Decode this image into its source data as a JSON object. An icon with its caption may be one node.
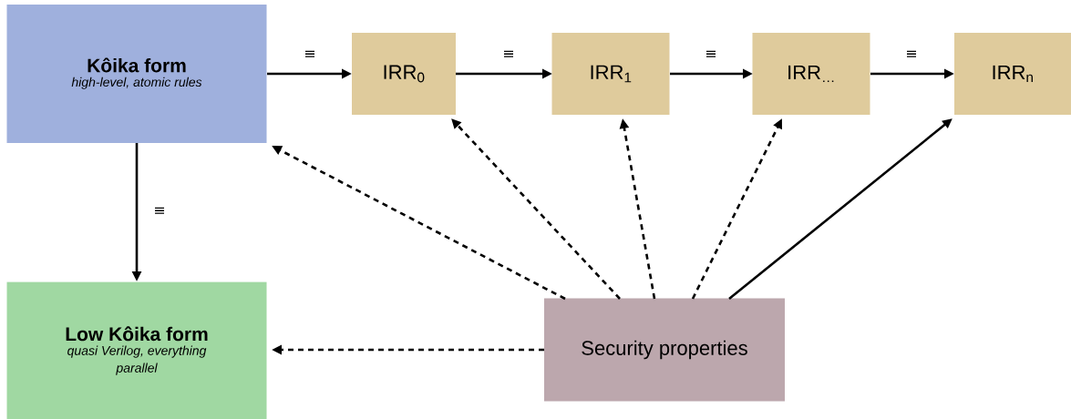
{
  "diagram": {
    "nodes": [
      {
        "text": [
          "Kôika form",
          "high-level, atomic rules"
        ]
      },
      {
        "text": [
          "IRR$_{0}$"
        ]
      },
      {
        "text": [
          "IRR$_{1}$"
        ]
      },
      {
        "text": [
          "IRR$_{…}$"
        ]
      },
      {
        "text": [
          "IRR$_{n}$"
        ]
      },
      {
        "text": [
          "Low Kôika form",
          "quasi Verilog, everything parallel"
        ]
      },
      {
        "text": [
          "Security properties"
        ]
      }
    ],
    "edges": [
      {
        "from": 0,
        "to": 1,
        "arrow": "to",
        "label": "≡"
      },
      {
        "from": 1,
        "to": 2,
        "arrow": "to",
        "label": "≡"
      },
      {
        "from": 2,
        "to": 3,
        "arrow": "to",
        "label": "≡"
      },
      {
        "from": 3,
        "to": 4,
        "arrow": "to",
        "label": "≡"
      },
      {
        "from": 0,
        "to": 5,
        "arrow": "to",
        "label": "≡"
      },
      {
        "from": 6,
        "to": 0,
        "arrow": "to",
        "style": "dashed"
      },
      {
        "from": 6,
        "to": 1,
        "arrow": "to",
        "style": "dashed"
      },
      {
        "from": 6,
        "to": 2,
        "arrow": "to",
        "style": "dashed"
      },
      {
        "from": 6,
        "to": 3,
        "arrow": "to",
        "style": "dashed"
      },
      {
        "from": 6,
        "to": 4,
        "arrow": "to"
      },
      {
        "from": 6,
        "to": 5,
        "arrow": "to",
        "style": "dashed"
      }
    ]
  }
}
